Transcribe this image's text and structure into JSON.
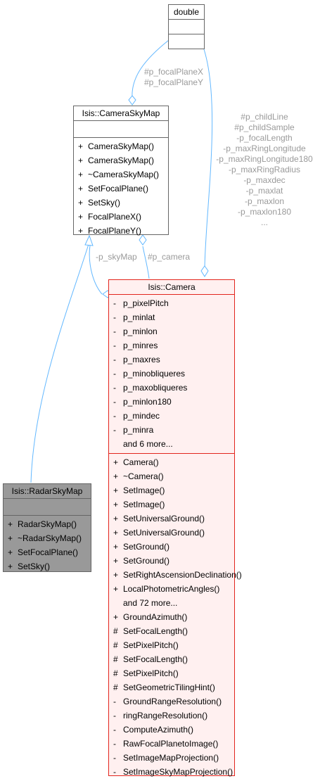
{
  "nodes": {
    "double": {
      "title": "double"
    },
    "camera_sky_map": {
      "title": "Isis::CameraSkyMap",
      "methods": [
        {
          "vis": "+",
          "name": "CameraSkyMap()"
        },
        {
          "vis": "+",
          "name": "CameraSkyMap()"
        },
        {
          "vis": "+",
          "name": "~CameraSkyMap()"
        },
        {
          "vis": "+",
          "name": "SetFocalPlane()"
        },
        {
          "vis": "+",
          "name": "SetSky()"
        },
        {
          "vis": "+",
          "name": "FocalPlaneX()"
        },
        {
          "vis": "+",
          "name": "FocalPlaneY()"
        }
      ]
    },
    "camera": {
      "title": "Isis::Camera",
      "attributes": [
        {
          "vis": "-",
          "name": "p_pixelPitch"
        },
        {
          "vis": "-",
          "name": "p_minlat"
        },
        {
          "vis": "-",
          "name": "p_minlon"
        },
        {
          "vis": "-",
          "name": "p_minres"
        },
        {
          "vis": "-",
          "name": "p_maxres"
        },
        {
          "vis": "-",
          "name": "p_minobliqueres"
        },
        {
          "vis": "-",
          "name": "p_maxobliqueres"
        },
        {
          "vis": "-",
          "name": "p_minlon180"
        },
        {
          "vis": "-",
          "name": "p_mindec"
        },
        {
          "vis": "-",
          "name": "p_minra"
        },
        {
          "vis": "",
          "name": "and 6 more..."
        }
      ],
      "methods": [
        {
          "vis": "+",
          "name": "Camera()"
        },
        {
          "vis": "+",
          "name": "~Camera()"
        },
        {
          "vis": "+",
          "name": "SetImage()"
        },
        {
          "vis": "+",
          "name": "SetImage()"
        },
        {
          "vis": "+",
          "name": "SetUniversalGround()"
        },
        {
          "vis": "+",
          "name": "SetUniversalGround()"
        },
        {
          "vis": "+",
          "name": "SetGround()"
        },
        {
          "vis": "+",
          "name": "SetGround()"
        },
        {
          "vis": "+",
          "name": "SetRightAscensionDeclination()"
        },
        {
          "vis": "+",
          "name": "LocalPhotometricAngles()"
        },
        {
          "vis": "",
          "name": "and 72 more..."
        },
        {
          "vis": "+",
          "name": "GroundAzimuth()"
        },
        {
          "vis": "#",
          "name": "SetFocalLength()"
        },
        {
          "vis": "#",
          "name": "SetPixelPitch()"
        },
        {
          "vis": "#",
          "name": "SetFocalLength()"
        },
        {
          "vis": "#",
          "name": "SetPixelPitch()"
        },
        {
          "vis": "#",
          "name": "SetGeometricTilingHint()"
        },
        {
          "vis": "-",
          "name": "GroundRangeResolution()"
        },
        {
          "vis": "-",
          "name": "ringRangeResolution()"
        },
        {
          "vis": "-",
          "name": "ComputeAzimuth()"
        },
        {
          "vis": "-",
          "name": "RawFocalPlanetoImage()"
        },
        {
          "vis": "-",
          "name": "SetImageMapProjection()"
        },
        {
          "vis": "-",
          "name": "SetImageSkyMapProjection()"
        }
      ]
    },
    "radar_sky_map": {
      "title": "Isis::RadarSkyMap",
      "methods": [
        {
          "vis": "+",
          "name": "RadarSkyMap()"
        },
        {
          "vis": "+",
          "name": "~RadarSkyMap()"
        },
        {
          "vis": "+",
          "name": "SetFocalPlane()"
        },
        {
          "vis": "+",
          "name": "SetSky()"
        }
      ]
    }
  },
  "edge_labels": {
    "focal_plane": [
      "#p_focalPlaneX",
      "#p_focalPlaneY"
    ],
    "camera_doubles": [
      "#p_childLine",
      "#p_childSample",
      "-p_focalLength",
      "-p_maxRingLongitude",
      "-p_maxRingLongitude180",
      "-p_maxRingRadius",
      "-p_maxdec",
      "-p_maxlat",
      "-p_maxlon",
      "-p_maxlon180",
      "..."
    ],
    "sky_map": "-p_skyMap",
    "camera_ref": "#p_camera"
  },
  "colors": {
    "edge": "#63b8ff",
    "camera_border": "#e3251d",
    "camera_fill": "#fff0f0",
    "radar_fill": "#999999",
    "label": "#9a9a9a"
  }
}
